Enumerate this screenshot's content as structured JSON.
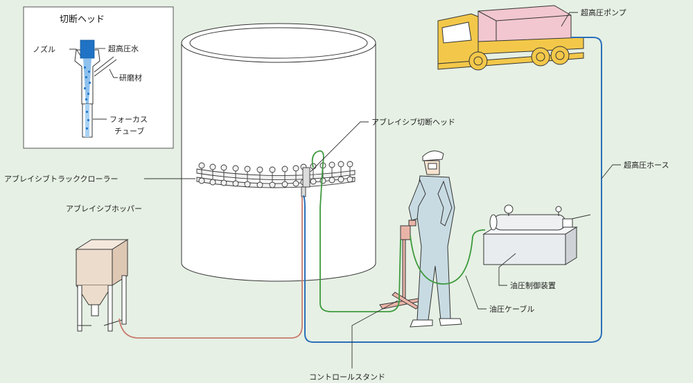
{
  "inset": {
    "title": "切断ヘッド",
    "nozzle": "ノズル",
    "water": "超高圧水",
    "abrasive": "研磨材",
    "focus_line1": "フォーカス",
    "focus_line2": "チューブ"
  },
  "labels": {
    "pump": "超高圧ポンプ",
    "cutting_head": "アブレイシブ切断ヘッド",
    "crawler": "アブレイシブトラッククローラー",
    "hose": "超高圧ホース",
    "hopper": "アブレイシブホッパー",
    "hydraulic_unit": "油圧制御装置",
    "hydraulic_cable": "油圧ケーブル",
    "control_stand": "コントロールスタンド"
  },
  "colors": {
    "background": "#e6f0e4",
    "truck_yellow": "#f3c84a",
    "truck_box_pink": "#f2c7cf",
    "hose_blue": "#2a6fb8",
    "cable_green": "#3d9a3d",
    "abrasive_line": "#c97a6e",
    "hopper_fill": "#ecdccb",
    "equipment_gray": "#e9ecef",
    "water_blue": "#1f72c4"
  }
}
